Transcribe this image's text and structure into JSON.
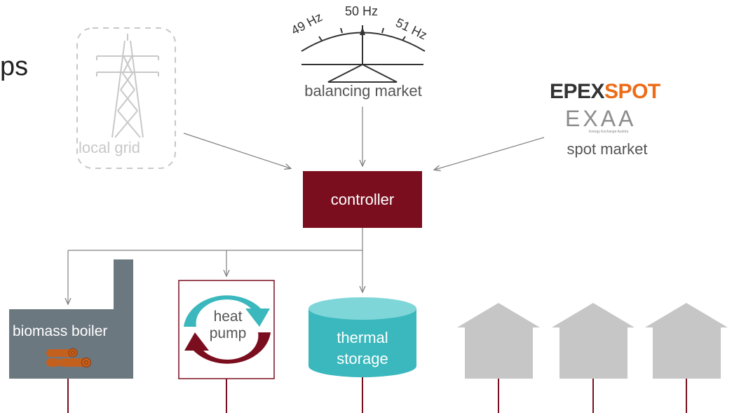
{
  "corner_text": "ps",
  "frequency_scale": {
    "left": "49 Hz",
    "center": "50 Hz",
    "right": "51 Hz"
  },
  "labels": {
    "local_grid": "local grid",
    "balancing_market": "balancing market",
    "spot_market": "spot market",
    "controller": "controller",
    "biomass_boiler": "biomass boiler",
    "heat_pump_line1": "heat",
    "heat_pump_line2": "pump",
    "thermal_storage_line1": "thermal",
    "thermal_storage_line2": "storage"
  },
  "logos": {
    "epex_part1": "EPEX",
    "epex_part2": "SPOT",
    "exaa": "EXAA",
    "exaa_subtitle": "Energy Exchange Austria"
  },
  "colors": {
    "controller": "#7a0e1f",
    "boiler": "#6c7880",
    "heat_pump_teal": "#3ab8bd",
    "heat_pump_red": "#7a0e1f",
    "storage": "#3ab8bd",
    "house": "#c6c6c6",
    "arrow": "#808080",
    "pipe": "#7a0e1f",
    "wood": "#c4601e"
  }
}
